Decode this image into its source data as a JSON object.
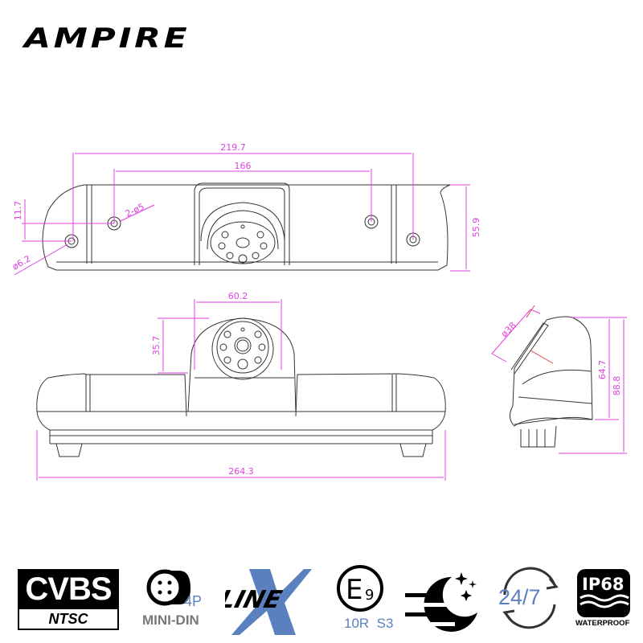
{
  "brand": {
    "logo_text": "AMPIRE"
  },
  "drawing": {
    "dim_color": "#e040e0",
    "top_view": {
      "overall_hole_spacing": "219.7",
      "inner_hole_spacing": "166",
      "hole_offset": "11.7",
      "height": "55.9",
      "inner_hole_dia": "2-ø5",
      "outer_hole_dia": "ø6.2"
    },
    "front_view": {
      "camera_width": "60.2",
      "camera_height": "35.7",
      "overall_length": "264.3"
    },
    "side_view": {
      "lens_dia": "ø38",
      "body_height": "64.7",
      "overall_height": "88.8"
    }
  },
  "badges": {
    "cvbs": {
      "title": "CVBS",
      "subtitle": "NTSC"
    },
    "mini_din": {
      "pins": "4P",
      "label": "MINI-DIN"
    },
    "xline": {
      "letter": "X",
      "word": "LINE"
    },
    "e9": {
      "mark": "E",
      "num": "9",
      "sub": "10R  S3"
    },
    "night": {
      "name": "night-vision"
    },
    "always_on": {
      "text": "24/7"
    },
    "ip68": {
      "rating": "IP68",
      "label": "WATERPROOF"
    }
  }
}
